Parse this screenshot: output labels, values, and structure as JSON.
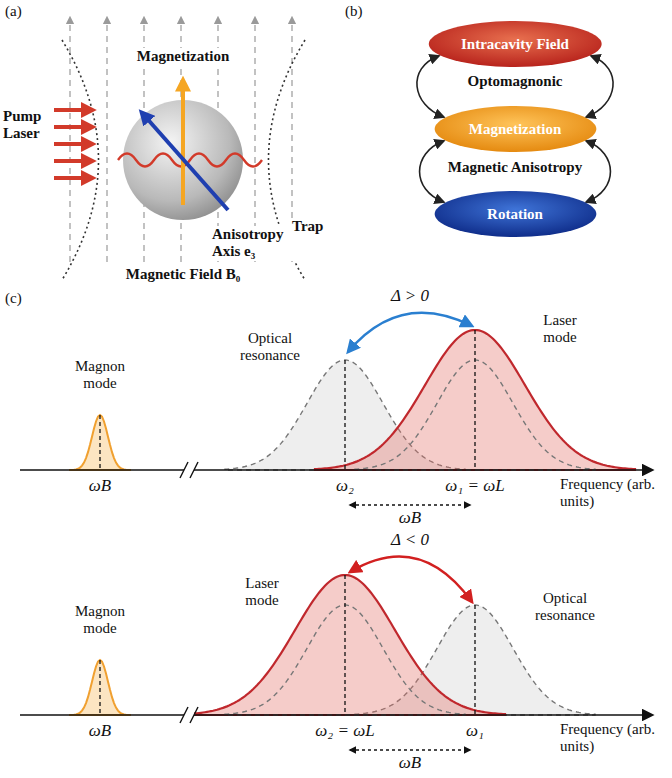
{
  "diagram": {
    "nodes": [
      {
        "text": [
          "Intracavity Field"
        ]
      },
      {
        "text": [
          "Magnetization"
        ]
      },
      {
        "text": [
          "Rotation"
        ]
      }
    ],
    "edges": [
      {
        "from": 0,
        "to": 1,
        "arrow": "both"
      },
      {
        "from": 0,
        "to": 1,
        "arrow": "both"
      },
      {
        "from": 1,
        "to": 2,
        "arrow": "both"
      },
      {
        "from": 1,
        "to": 2,
        "arrow": "both"
      }
    ],
    "labels": [
      "(a)",
      "Pump Laser",
      "Magnetization",
      "Anisotropy Axis e₃",
      "Trap",
      "Magnetic Field B₀",
      "(b)",
      "Optomagnonic",
      "Magnetic Anisotropy",
      "(c)",
      "Δ > 0",
      "Magnon mode",
      "Optical resonance",
      "Laser mode",
      "ωB",
      "ω₂",
      "ω₁ = ωL",
      "ωB",
      "Frequency (arb. units)",
      "Magnon mode",
      "Laser mode",
      "Δ < 0",
      "Optical resonance",
      "ωB",
      "ω₂ = ωL",
      "ω₁",
      "ωB",
      "Frequency (arb. units)"
    ]
  }
}
